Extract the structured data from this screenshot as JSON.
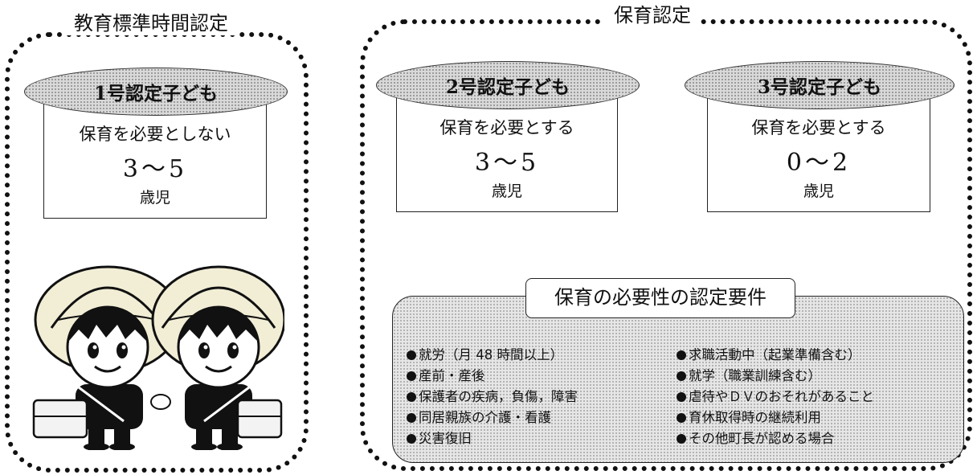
{
  "education_group": {
    "title": "教育標準時間認定",
    "type1": {
      "name": "1号認定子ども",
      "need": "保育を必要としない",
      "age_range": "3～5",
      "unit": "歳児"
    }
  },
  "childcare_group": {
    "title": "保育認定",
    "type2": {
      "name": "2号認定子ども",
      "need": "保育を必要とする",
      "age_range": "3～5",
      "unit": "歳児"
    },
    "type3": {
      "name": "3号認定子ども",
      "need": "保育を必要とする",
      "age_range": "0～2",
      "unit": "歳児"
    }
  },
  "requirements": {
    "title": "保育の必要性の認定要件",
    "left_items": [
      "就労（月 48 時間以上）",
      "産前・産後",
      "保護者の疾病，負傷，障害",
      "同居親族の介護・看護",
      "災害復旧"
    ],
    "right_items": [
      "求職活動中（起業準備含む）",
      "就学（職業訓練含む）",
      "虐待やＤＶのおそれがあること",
      "育休取得時の継続利用",
      "その他町長が認める場合"
    ]
  },
  "colors": {
    "oval_fill": "#d9d9d9",
    "panel_fill": "#e6e6e6",
    "hat": "#f2eed6",
    "uniform": "#111111",
    "bag": "#f3f3f3"
  },
  "illustration": {
    "icon": "kindergarten-children-illustration"
  }
}
